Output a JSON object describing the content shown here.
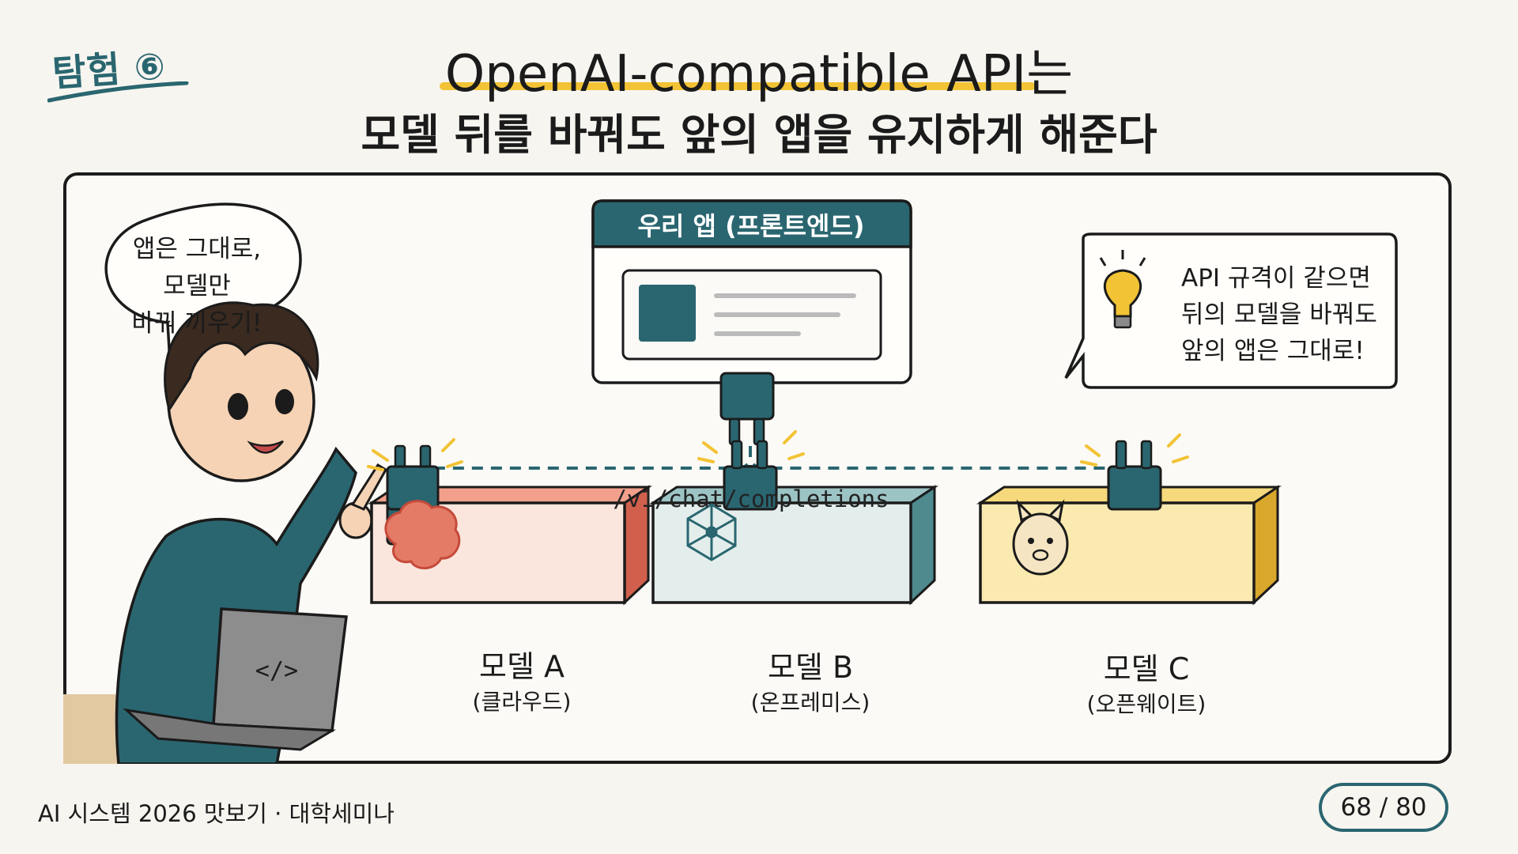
{
  "header": {
    "tag": "탐험 ⑥",
    "title": "OpenAI-compatible API는",
    "subtitle": "모델 뒤를 바꿔도 앞의 앱을 유지하게 해준다"
  },
  "diagram": {
    "speech_bubble_lines": [
      "앱은 그대로,",
      "모델만",
      "바꿔 끼우기!"
    ],
    "app": {
      "header": "우리 앱 (프론트엔드)"
    },
    "endpoint": "/v1/chat/completions",
    "tip_lines": [
      "API 규격이 같으면",
      "뒤의 모델을 바꿔도",
      "앞의 앱은 그대로!"
    ],
    "models": [
      {
        "name": "모델 A",
        "subtitle": "(클라우드)",
        "icon": "brain-icon"
      },
      {
        "name": "모델 B",
        "subtitle": "(온프레미스)",
        "icon": "network-icon"
      },
      {
        "name": "모델 C",
        "subtitle": "(오픈웨이트)",
        "icon": "llama-icon"
      }
    ],
    "laptop_icon": "code-icon"
  },
  "colors": {
    "teal": "#2a6670",
    "accent_yellow": "#f2c335",
    "model_a": "#e47b66",
    "model_b": "#6aa0a3",
    "model_c": "#f0c94a"
  },
  "footer": {
    "course": "AI 시스템 2026 맛보기 · 대학세미나",
    "page": "68 / 80"
  }
}
